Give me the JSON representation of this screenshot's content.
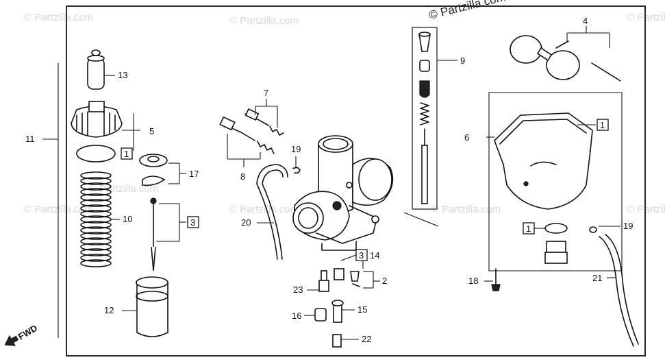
{
  "copyright": "© Partzilla.com",
  "watermark": "© Partzilla.com",
  "direction_label": "FWD",
  "callouts": {
    "c1": "1",
    "c2": "2",
    "c3": "3",
    "c4": "4",
    "c5": "5",
    "c6": "6",
    "c7": "7",
    "c8": "8",
    "c9": "9",
    "c10": "10",
    "c11": "11",
    "c12": "12",
    "c13": "13",
    "c14": "14",
    "c15": "15",
    "c16": "16",
    "c17": "17",
    "c18": "18",
    "c19": "19",
    "c20": "20",
    "c21": "21",
    "c22": "22",
    "c23": "23"
  },
  "boxed_refs": {
    "b1a": "1",
    "b1b": "1",
    "b1c": "1",
    "b3": "3",
    "b3b": "3"
  }
}
